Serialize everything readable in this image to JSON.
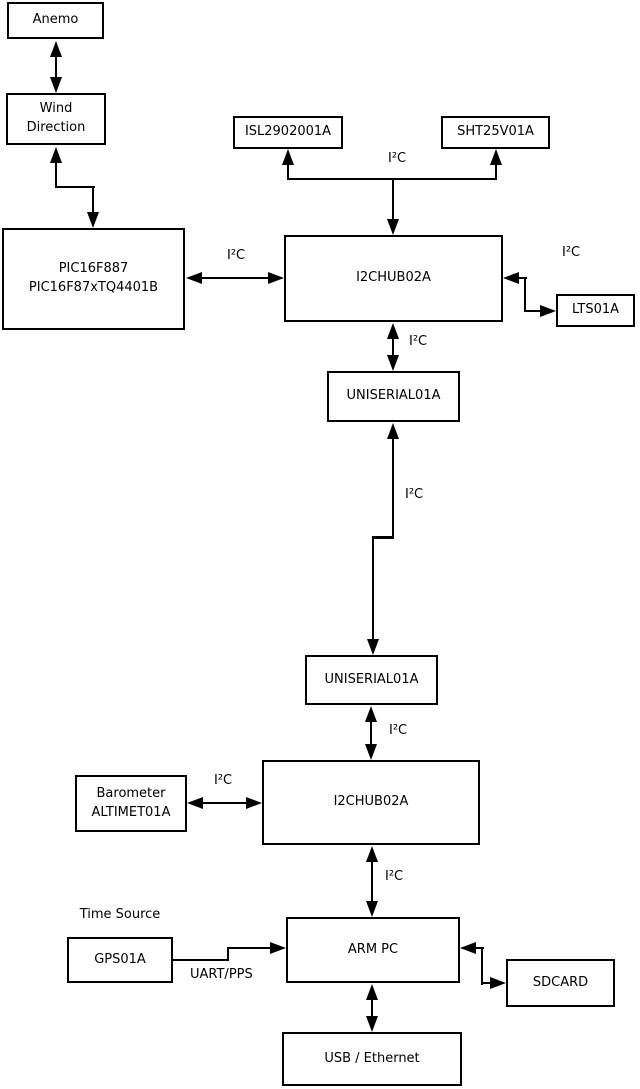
{
  "nodes": {
    "anemo": {
      "label": "Anemo"
    },
    "wind_direction": {
      "line1": "Wind",
      "line2": "Direction"
    },
    "pic": {
      "line1": "PIC16F887",
      "line2": "PIC16F87xTQ4401B"
    },
    "isl": {
      "label": "ISL2902001A"
    },
    "sht": {
      "label": "SHT25V01A"
    },
    "hub1": {
      "label": "I2CHUB02A"
    },
    "lts": {
      "label": "LTS01A"
    },
    "uniserial1": {
      "label": "UNISERIAL01A"
    },
    "uniserial2": {
      "label": "UNISERIAL01A"
    },
    "hub2": {
      "label": "I2CHUB02A"
    },
    "barometer": {
      "line1": "Barometer",
      "line2": "ALTIMET01A"
    },
    "gps": {
      "label": "GPS01A"
    },
    "arm_pc": {
      "label": "ARM PC"
    },
    "sdcard": {
      "label": "SDCARD"
    },
    "usb_ethernet": {
      "label": "USB / Ethernet"
    }
  },
  "edge_labels": {
    "i2c": "I²C",
    "time_source": "Time Source",
    "uart_pps": "UART/PPS"
  },
  "edges": [
    {
      "from": "Anemo",
      "to": "Wind Direction",
      "bidirectional": true
    },
    {
      "from": "Wind Direction",
      "to": "PIC16F887 PIC16F87xTQ4401B",
      "bidirectional": true
    },
    {
      "from": "PIC16F887 PIC16F87xTQ4401B",
      "to": "I2CHUB02A (top)",
      "label": "I²C",
      "bidirectional": true
    },
    {
      "from": "I2CHUB02A (top)",
      "to": "ISL2902001A",
      "label": "I²C"
    },
    {
      "from": "I2CHUB02A (top)",
      "to": "SHT25V01A",
      "label": "I²C"
    },
    {
      "from": "I2CHUB02A (top)",
      "to": "LTS01A",
      "label": "I²C",
      "bidirectional": true
    },
    {
      "from": "I2CHUB02A (top)",
      "to": "UNISERIAL01A (upper)",
      "label": "I²C",
      "bidirectional": true
    },
    {
      "from": "UNISERIAL01A (upper)",
      "to": "UNISERIAL01A (lower)",
      "label": "I²C",
      "bidirectional": true
    },
    {
      "from": "UNISERIAL01A (lower)",
      "to": "I2CHUB02A (bottom)",
      "label": "I²C",
      "bidirectional": true
    },
    {
      "from": "Barometer ALTIMET01A",
      "to": "I2CHUB02A (bottom)",
      "label": "I²C",
      "bidirectional": true
    },
    {
      "from": "I2CHUB02A (bottom)",
      "to": "ARM PC",
      "label": "I²C",
      "bidirectional": true
    },
    {
      "from": "GPS01A",
      "to": "ARM PC",
      "label": "UART/PPS"
    },
    {
      "from": "ARM PC",
      "to": "SDCARD",
      "bidirectional": true
    },
    {
      "from": "ARM PC",
      "to": "USB / Ethernet",
      "bidirectional": true
    }
  ],
  "colors": {
    "line": "#000000",
    "background": "#ffffff",
    "box_fill": "#ffffff"
  }
}
